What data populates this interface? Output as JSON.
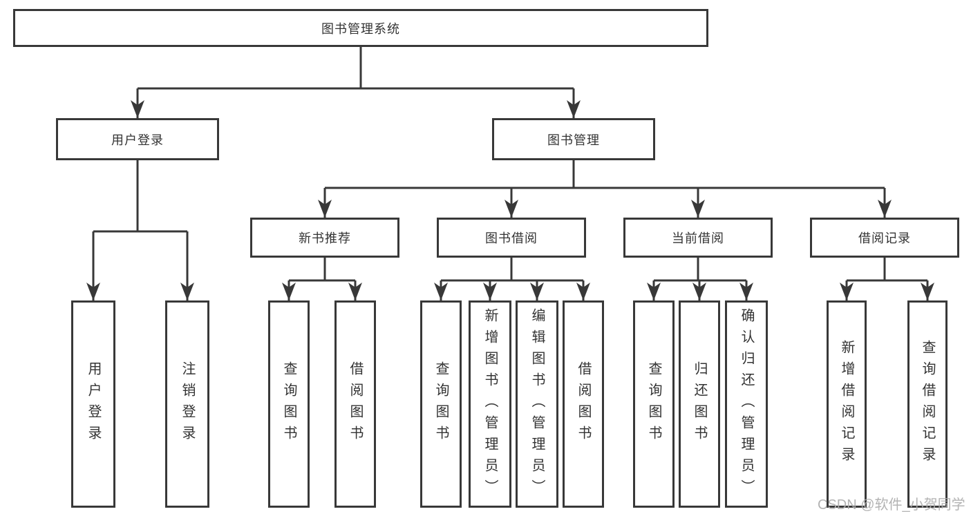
{
  "colors": {
    "line": "#383838",
    "node_border": "#383838",
    "node_text": "#333333",
    "background": "#ffffff",
    "watermark": "#acacac"
  },
  "tree": {
    "root": {
      "label": "图书管理系统",
      "children": [
        {
          "label": "用户登录",
          "children": [
            {
              "label": "用户登录"
            },
            {
              "label": "注销登录"
            }
          ]
        },
        {
          "label": "图书管理",
          "children": [
            {
              "label": "新书推荐",
              "children": [
                {
                  "label": "查询图书"
                },
                {
                  "label": "借阅图书"
                }
              ]
            },
            {
              "label": "图书借阅",
              "children": [
                {
                  "label": "查询图书"
                },
                {
                  "label": "新增图书（管理员）"
                },
                {
                  "label": "编辑图书（管理员）"
                },
                {
                  "label": "借阅图书"
                }
              ]
            },
            {
              "label": "当前借阅",
              "children": [
                {
                  "label": "查询图书"
                },
                {
                  "label": "归还图书"
                },
                {
                  "label": "确认归还（管理员）"
                }
              ]
            },
            {
              "label": "借阅记录",
              "children": [
                {
                  "label": "新增借阅记录"
                },
                {
                  "label": "查询借阅记录"
                }
              ]
            }
          ]
        }
      ]
    }
  },
  "watermark": {
    "text": "CSDN @软件_小贺同学"
  }
}
